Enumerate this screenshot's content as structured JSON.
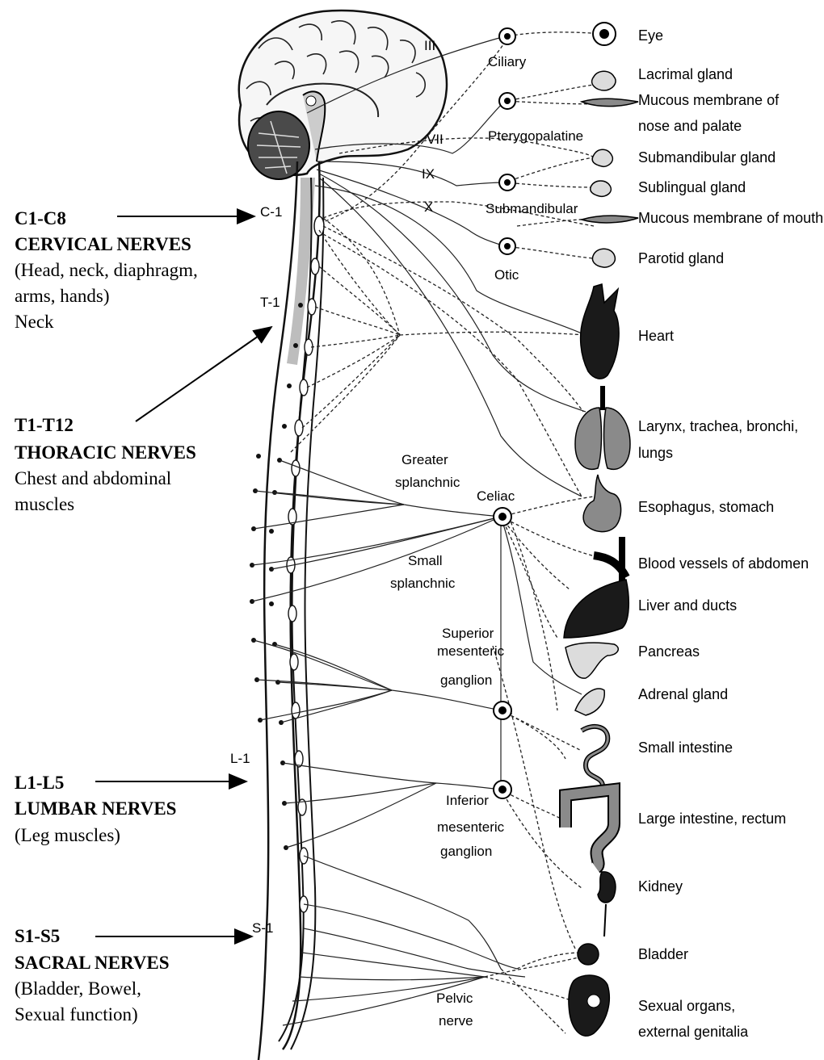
{
  "regions": [
    {
      "code": "C1-C8",
      "name": "CERVICAL NERVES",
      "desc": [
        "(Head, neck, diaphragm,",
        "arms, hands)",
        "Neck"
      ]
    },
    {
      "code": "T1-T12",
      "name": "THORACIC NERVES",
      "desc": [
        "Chest and abdominal",
        "muscles"
      ]
    },
    {
      "code": "L1-L5",
      "name": "LUMBAR NERVES",
      "desc": [
        "(Leg muscles)"
      ]
    },
    {
      "code": "S1-S5",
      "name": "SACRAL  NERVES",
      "desc": [
        "(Bladder, Bowel,",
        "Sexual function)"
      ]
    }
  ],
  "levels": [
    "C-1",
    "T-1",
    "L-1",
    "S-1"
  ],
  "cranial_nerves": [
    "III",
    "VII",
    "IX",
    "X"
  ],
  "ganglia": [
    [
      "Ciliary"
    ],
    [
      "Pterygopalatine"
    ],
    [
      "Submandibular"
    ],
    [
      "Otic"
    ],
    [
      "Celiac"
    ],
    [
      "Superior",
      "mesenteric",
      "ganglion"
    ],
    [
      "Inferior",
      "mesenteric",
      "ganglion"
    ]
  ],
  "nerve_labels": [
    [
      "Greater",
      "splanchnic"
    ],
    [
      "Small",
      "splanchnic"
    ],
    [
      "Pelvic",
      "nerve"
    ]
  ],
  "organs": [
    [
      "Eye"
    ],
    [
      "Lacrimal gland"
    ],
    [
      "Mucous membrane of",
      "nose and palate"
    ],
    [
      "Submandibular gland"
    ],
    [
      "Sublingual gland"
    ],
    [
      "Mucous membrane of mouth"
    ],
    [
      "Parotid gland"
    ],
    [
      "Heart"
    ],
    [
      "Larynx, trachea, bronchi,",
      "lungs"
    ],
    [
      "Esophagus, stomach"
    ],
    [
      "Blood vessels of abdomen"
    ],
    [
      "Liver and ducts"
    ],
    [
      "Pancreas"
    ],
    [
      "Adrenal gland"
    ],
    [
      "Small intestine"
    ],
    [
      "Large intestine, rectum"
    ],
    [
      "Kidney"
    ],
    [
      "Bladder"
    ],
    [
      "Sexual organs,",
      "external genitalia"
    ]
  ]
}
